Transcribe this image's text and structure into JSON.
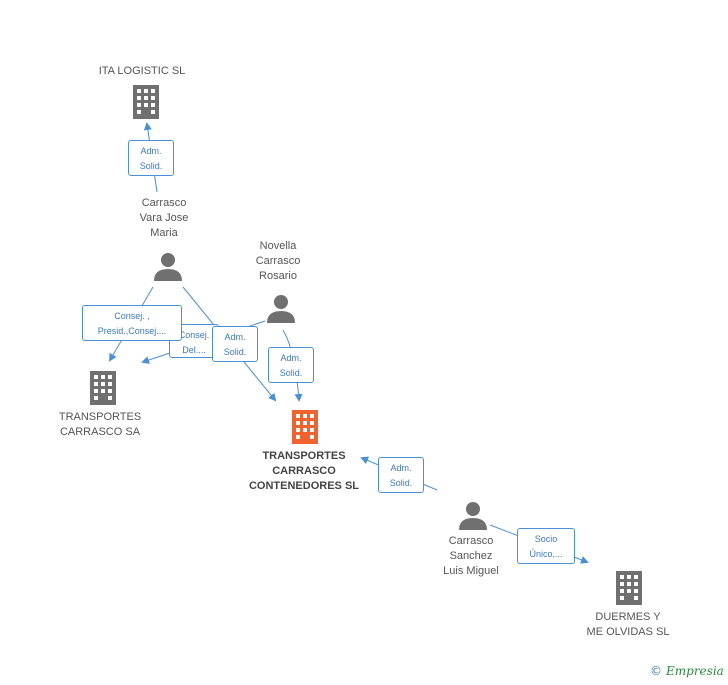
{
  "nodes": {
    "ita_logistic": {
      "label": "ITA LOGISTIC SL",
      "type": "company"
    },
    "carrasco_vara": {
      "label": "Carrasco\nVara Jose\nMaria",
      "type": "person"
    },
    "novella": {
      "label": "Novella\nCarrasco\nRosario",
      "type": "person"
    },
    "transportes_carrasco_sa": {
      "label": "TRANSPORTES\nCARRASCO SA",
      "type": "company"
    },
    "transportes_main": {
      "label": "TRANSPORTES\nCARRASCO\nCONTENEDORES SL",
      "type": "company",
      "color": "#f0622e"
    },
    "carrasco_sanchez": {
      "label": "Carrasco\nSanchez\nLuis Miguel",
      "type": "person"
    },
    "duermes": {
      "label": "DUERMES Y\nME OLVIDAS SL",
      "type": "company"
    }
  },
  "edges": {
    "e1": "Adm.\nSolid.",
    "e2": "Consej. ,\nPresid.,Consej....",
    "e3": "Consej.\nDel....",
    "e4": "Adm.\nSolid.",
    "e5": "Adm.\nSolid.",
    "e6": "Adm.\nSolid.",
    "e7": "Socio\nÚnico,..."
  },
  "colors": {
    "company": "#707070",
    "person": "#707070",
    "main_company": "#f0622e",
    "edge": "#4a90d9"
  },
  "brand": {
    "copyright": "©",
    "name": "Empresia"
  }
}
